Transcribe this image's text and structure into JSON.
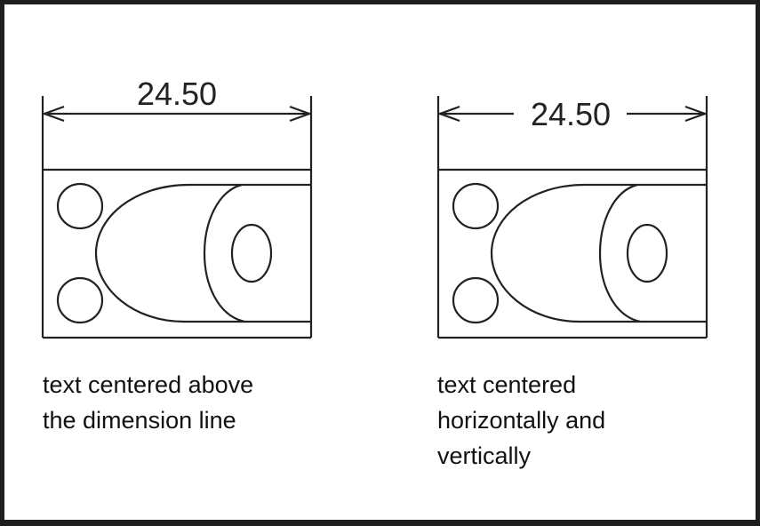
{
  "examples": [
    {
      "dimension_value": "24.50",
      "caption_lines": [
        "text centered above",
        "the dimension line"
      ]
    },
    {
      "dimension_value": "24.50",
      "caption_lines": [
        "text centered",
        "horizontally and",
        "vertically"
      ]
    }
  ],
  "colors": {
    "line": "#222222",
    "border": "#1e1e1e",
    "background": "#ffffff"
  }
}
